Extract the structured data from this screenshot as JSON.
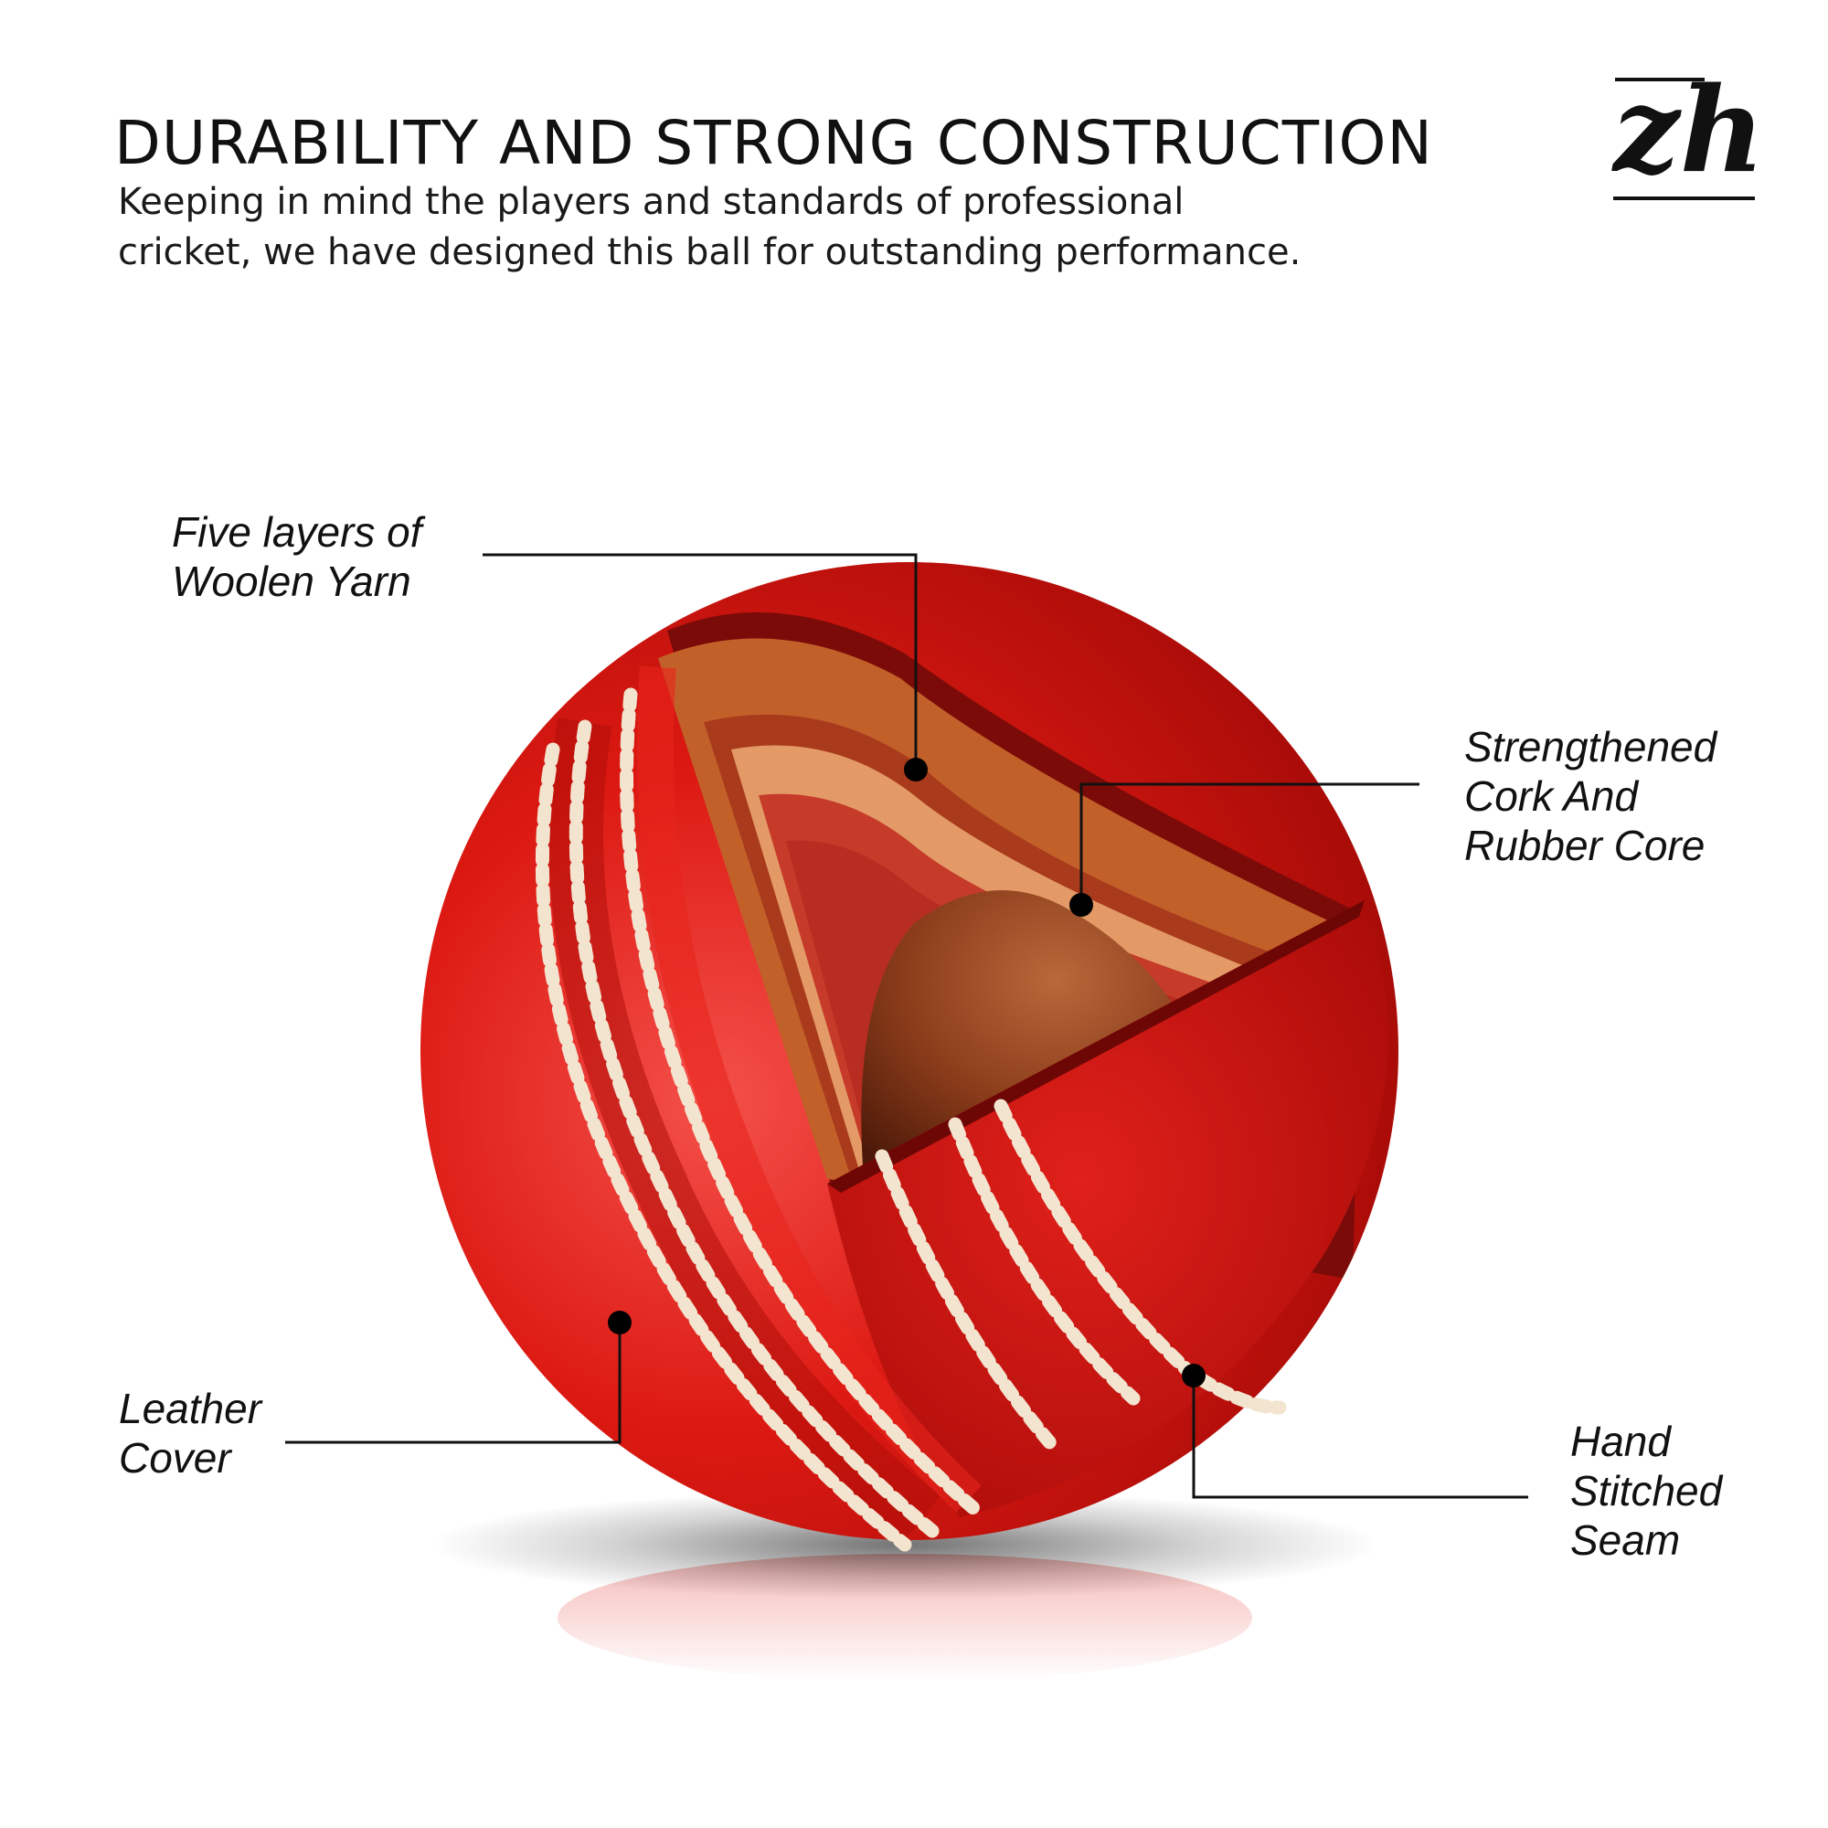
{
  "header": {
    "title": "DURABILITY AND STRONG CONSTRUCTION",
    "subtitle_line1": "Keeping in mind the players and standards of professional",
    "subtitle_line2": "cricket, we have designed this ball for outstanding performance."
  },
  "logo": {
    "text": "zh"
  },
  "callouts": {
    "yarn": {
      "line1": "Five layers of",
      "line2": "Woolen Yarn"
    },
    "core": {
      "line1": "Strengthened",
      "line2": "Cork And",
      "line3": "Rubber Core"
    },
    "leather": {
      "line1": "Leather",
      "line2": "Cover"
    },
    "seam": {
      "line1": "Hand",
      "line2": "Stitched",
      "line3": "Seam"
    }
  },
  "colors": {
    "leather_red": "#d8140f",
    "leather_dark": "#8e0606",
    "yarn_orange": "#c8682c",
    "yarn_light": "#e0935c",
    "core_brown": "#9a4a22",
    "stitch_cream": "#f3e4cf",
    "text": "#111111"
  }
}
